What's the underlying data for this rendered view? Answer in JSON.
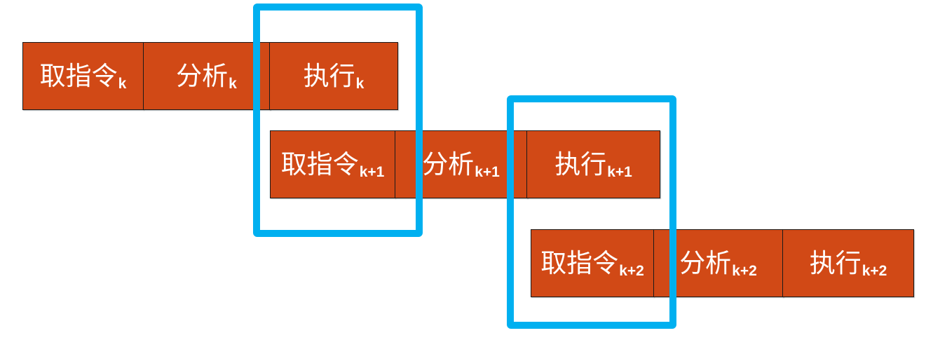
{
  "diagram": {
    "title": "",
    "colors": {
      "stage_fill": "#d14916",
      "stage_border": "#1a1a1a",
      "stage_text": "#ffffff",
      "highlight": "#00b0f0",
      "background": "#ffffff"
    },
    "instructions": [
      {
        "id": "k",
        "stages": [
          {
            "name": "取指令",
            "sub": "k"
          },
          {
            "name": "分析",
            "sub": "k"
          },
          {
            "name": "执行",
            "sub": "k"
          }
        ]
      },
      {
        "id": "k+1",
        "stages": [
          {
            "name": "取指令",
            "sub": "k+1"
          },
          {
            "name": "分析",
            "sub": "k+1"
          },
          {
            "name": "执行",
            "sub": "k+1"
          }
        ]
      },
      {
        "id": "k+2",
        "stages": [
          {
            "name": "取指令",
            "sub": "k+2"
          },
          {
            "name": "分析",
            "sub": "k+2"
          },
          {
            "name": "执行",
            "sub": "k+2"
          }
        ]
      }
    ],
    "highlights": [
      {
        "label": "overlap: 执行k / 取指令k+1 / 分析k+1(part)"
      },
      {
        "label": "overlap: 执行k+1 / 取指令k+2 / 分析k+2(part)"
      }
    ]
  }
}
